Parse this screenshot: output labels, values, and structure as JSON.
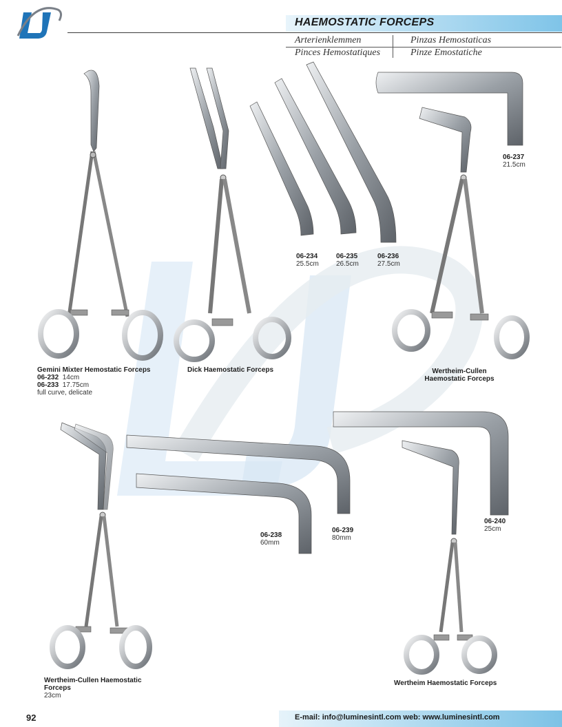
{
  "header": {
    "logo_text": "LJ",
    "title": "HAEMOSTATIC FORCEPS",
    "translations": {
      "de": "Arterienklemmen",
      "es": "Pinzas Hemostaticas",
      "fr": "Pinces Hemostatiques",
      "it": "Pinze Emostatiche"
    }
  },
  "products": {
    "gemini": {
      "name": "Gemini Mixter Hemostatic Forceps",
      "code1": "06-232",
      "size1": "14cm",
      "code2": "06-233",
      "size2": "17.75cm",
      "note": "full curve, delicate"
    },
    "dick": {
      "name": "Dick Haemostatic Forceps"
    },
    "p234": {
      "code": "06-234",
      "size": "25.5cm"
    },
    "p235": {
      "code": "06-235",
      "size": "26.5cm"
    },
    "p236": {
      "code": "06-236",
      "size": "27.5cm"
    },
    "p237": {
      "code": "06-237",
      "size": "21.5cm"
    },
    "wertheim_cullen_right": {
      "name_line1": "Wertheim-Cullen",
      "name_line2": "Haemostatic Forceps"
    },
    "wertheim_cullen_left": {
      "name_line1": "Wertheim-Cullen Haemostatic",
      "name_line2": "Forceps",
      "size": "23cm"
    },
    "p238": {
      "code": "06-238",
      "size": "60mm"
    },
    "p239": {
      "code": "06-239",
      "size": "80mm"
    },
    "p240": {
      "code": "06-240",
      "size": "25cm"
    },
    "wertheim": {
      "name": "Wertheim Haemostatic Forceps"
    }
  },
  "footer": {
    "page_number": "92",
    "contact": "E-mail: info@luminesintl.com  web: www.luminesintl.com"
  },
  "colors": {
    "accent_blue": "#7fc4e8",
    "logo_blue": "#1f74b8",
    "steel": "#a9adb2"
  }
}
